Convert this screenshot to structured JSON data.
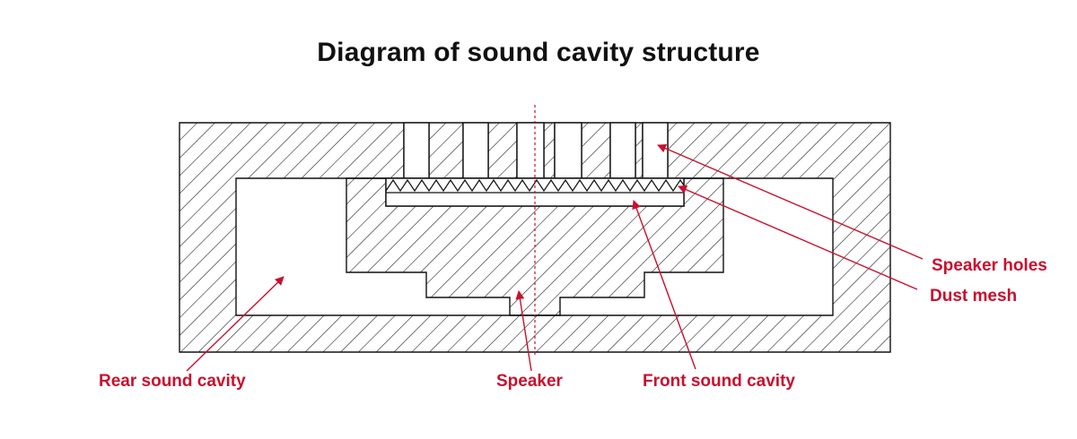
{
  "title": "Diagram of sound cavity structure",
  "labels": {
    "speaker_holes": "Speaker holes",
    "dust_mesh": "Dust mesh",
    "rear_sound_cavity": "Rear sound cavity",
    "speaker": "Speaker",
    "front_sound_cavity": "Front sound cavity"
  },
  "colors": {
    "accent": "#c8102e",
    "line": "#111111",
    "background": "#ffffff"
  }
}
